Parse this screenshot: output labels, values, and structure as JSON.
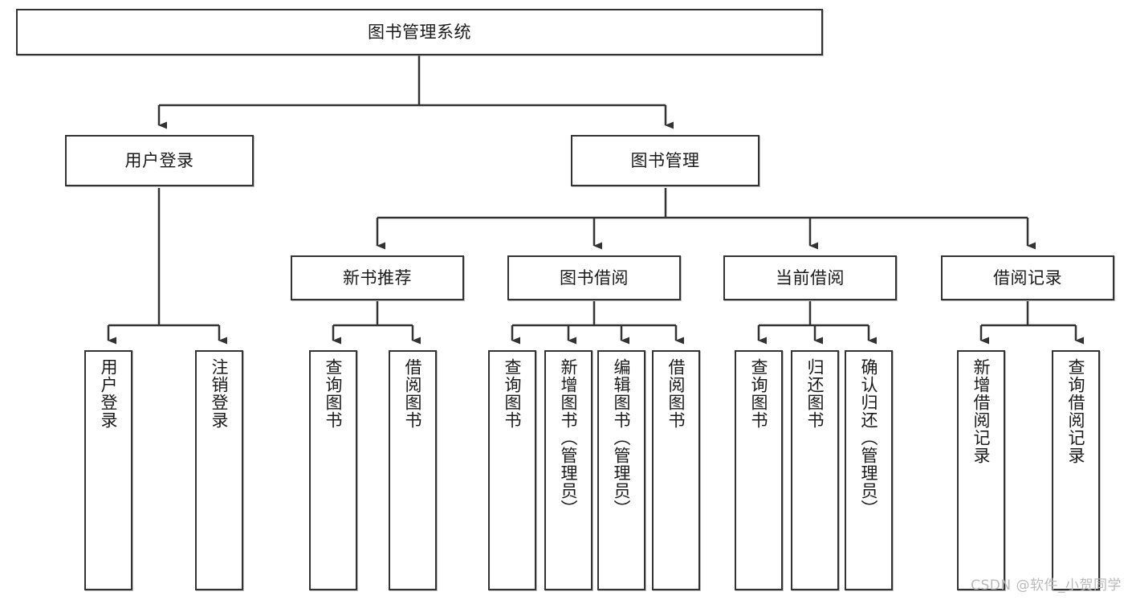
{
  "diagram": {
    "type": "tree",
    "title": "图书管理系统",
    "stroke_color": "#333333",
    "text_color": "#1a1a1a",
    "background_color": "#ffffff",
    "watermark": "CSDN @软件_小贺同学",
    "levels": {
      "root": {
        "label": "图书管理系统"
      },
      "level2": [
        {
          "label": "用户登录"
        },
        {
          "label": "图书管理"
        }
      ],
      "level3": [
        {
          "label": "新书推荐"
        },
        {
          "label": "图书借阅"
        },
        {
          "label": "当前借阅"
        },
        {
          "label": "借阅记录"
        }
      ],
      "leaves": {
        "user_login": [
          {
            "label": "用户登录"
          },
          {
            "label": "注销登录"
          }
        ],
        "new_book_recommend": [
          {
            "label": "查询图书"
          },
          {
            "label": "借阅图书"
          }
        ],
        "book_borrow": [
          {
            "label": "查询图书"
          },
          {
            "label": "新增图书（管理员）"
          },
          {
            "label": "编辑图书（管理员）"
          },
          {
            "label": "借阅图书"
          }
        ],
        "current_borrow": [
          {
            "label": "查询图书"
          },
          {
            "label": "归还图书"
          },
          {
            "label": "确认归还（管理员）"
          }
        ],
        "borrow_record": [
          {
            "label": "新增借阅记录"
          },
          {
            "label": "查询借阅记录"
          }
        ]
      }
    }
  }
}
